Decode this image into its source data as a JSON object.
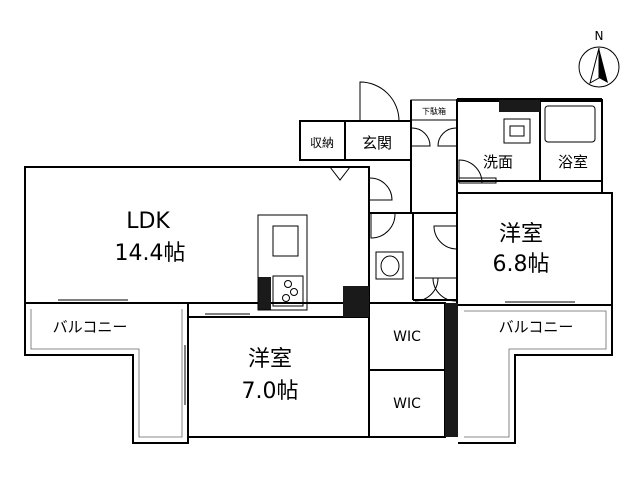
{
  "compass": {
    "label": "N"
  },
  "rooms": {
    "ldk": {
      "name": "LDK",
      "size": "14.4帖"
    },
    "west_room": {
      "name": "洋室",
      "size": "7.0帖"
    },
    "east_room": {
      "name": "洋室",
      "size": "6.8帖"
    },
    "storage": "収納",
    "entrance": "玄関",
    "shoe_box": "下駄箱",
    "washroom": "洗面",
    "bathroom": "浴室",
    "wic_upper": "WIC",
    "wic_lower": "WIC",
    "balcony_left": "バルコニー",
    "balcony_right": "バルコニー"
  }
}
